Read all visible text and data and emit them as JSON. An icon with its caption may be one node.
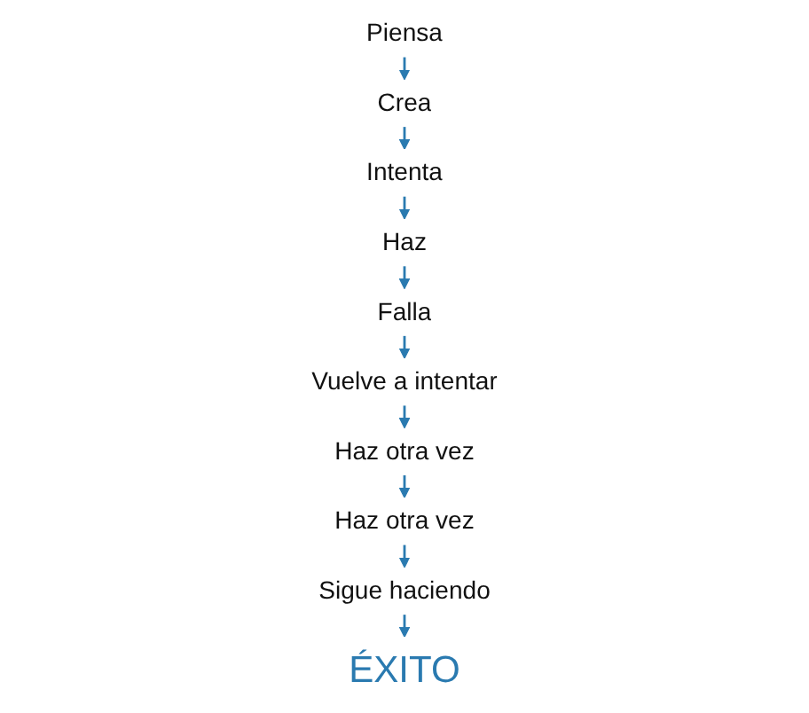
{
  "diagram": {
    "nodes": [
      {
        "text": [
          "Piensa"
        ]
      },
      {
        "text": [
          "Crea"
        ]
      },
      {
        "text": [
          "Intenta"
        ]
      },
      {
        "text": [
          "Haz"
        ]
      },
      {
        "text": [
          "Falla"
        ]
      },
      {
        "text": [
          "Vuelve a intentar"
        ]
      },
      {
        "text": [
          "Haz otra vez"
        ]
      },
      {
        "text": [
          "Haz otra vez"
        ]
      },
      {
        "text": [
          "Sigue haciendo"
        ]
      },
      {
        "text": [
          "ÉXITO"
        ]
      }
    ],
    "edges": [
      {
        "from": 0,
        "to": 1,
        "arrow": "to"
      },
      {
        "from": 1,
        "to": 2,
        "arrow": "to"
      },
      {
        "from": 2,
        "to": 3,
        "arrow": "to"
      },
      {
        "from": 3,
        "to": 4,
        "arrow": "to"
      },
      {
        "from": 4,
        "to": 5,
        "arrow": "to"
      },
      {
        "from": 5,
        "to": 6,
        "arrow": "to"
      },
      {
        "from": 6,
        "to": 7,
        "arrow": "to"
      },
      {
        "from": 7,
        "to": 8,
        "arrow": "to"
      },
      {
        "from": 8,
        "to": 9,
        "arrow": "to"
      }
    ]
  }
}
